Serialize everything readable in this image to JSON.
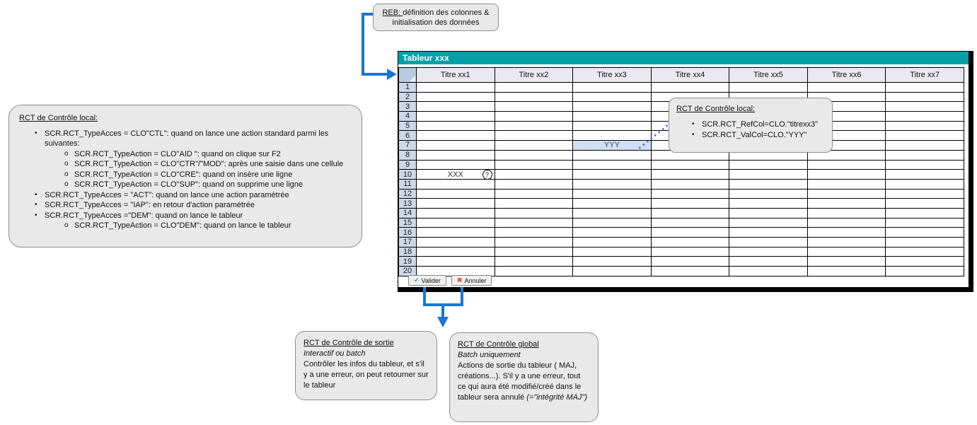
{
  "colors": {
    "arrow_blue": "#1b76d2",
    "dotted_blue": "#5a62d8",
    "titlebar_teal": "#00a0a6",
    "cell_highlight": "#cfe0f6",
    "valider_check": "#3aa0b8",
    "annuler_x": "#e2492f"
  },
  "callout_reb": {
    "title": "REB: ",
    "text": "définition des colonnes & initialisation des données"
  },
  "callout_local_left": {
    "title": "RCT de Contrôle local: ",
    "items": [
      {
        "level": 1,
        "text": "SCR.RCT_TypeAcces = CLO\"CTL\": quand on lance une action standard parmi les suivantes:"
      },
      {
        "level": 2,
        "text": "SCR.RCT_TypeAction = CLO\"AID \": quand on clique sur F2"
      },
      {
        "level": 2,
        "text": "SCR.RCT_TypeAction = CLO\"CTR\"/\"MOD\": après une saisie dans une cellule"
      },
      {
        "level": 2,
        "text": "SCR.RCT_TypeAction = CLO\"CRE\": quand on insère une ligne"
      },
      {
        "level": 2,
        "text": "SCR.RCT_TypeAction = CLO\"SUP\": quand on supprime une ligne"
      },
      {
        "level": 1,
        "text": "SCR.RCT_TypeAcces = \"ACT\": quand on lance une action paramétrée"
      },
      {
        "level": 1,
        "text": "SCR.RCT_TypeAcces = \"IAP\": en retour d'action paramétrée"
      },
      {
        "level": 1,
        "text": "SCR.RCT_TypeAcces =\"DEM\": quand on lance le tableur"
      },
      {
        "level": 2,
        "text": "SCR.RCT_TypeAction = CLO\"DEM\": quand on lance le tableur"
      }
    ]
  },
  "callout_local_right": {
    "title": "RCT de Contrôle local: ",
    "items": [
      {
        "level": 1,
        "text": "SCR.RCT_RefCol=CLO.\"titrexx3\""
      },
      {
        "level": 1,
        "text": "SCR.RCT_ValCol=CLO.\"YYY\""
      }
    ]
  },
  "callout_sortie": {
    "title": "RCT de Contrôle de sortie",
    "subtitle": "Interactif ou batch",
    "body": "Contrôler les infos du tableur, et s'il y a une erreur, on peut retourner sur le tableur"
  },
  "callout_global": {
    "title": "RCT de Contrôle global",
    "subtitle": "Batch uniquement",
    "body": "Actions de sortie du tableur ( MAJ, créations...). S'il y a une erreur, tout ce qui aura été modifié/créé dans le tableur sera annulé ",
    "body_italic": "(=\"intégrité MAJ\")"
  },
  "spreadsheet": {
    "title": "Tableur xxx",
    "columns": [
      "Titre xx1",
      "Titre xx2",
      "Titre xx3",
      "Titre xx4",
      "Titre xx5",
      "Titre xx6",
      "Titre xx7"
    ],
    "row_count": 20,
    "cells": [
      {
        "row": 7,
        "col": 3,
        "text": "YYY",
        "type": "highlight"
      },
      {
        "row": 10,
        "col": 1,
        "text": "XXX",
        "type": "badge",
        "badge": "?"
      }
    ],
    "buttons": [
      {
        "label": "Valider",
        "icon": "check-icon"
      },
      {
        "label": "Annuler",
        "icon": "x-icon"
      }
    ]
  }
}
